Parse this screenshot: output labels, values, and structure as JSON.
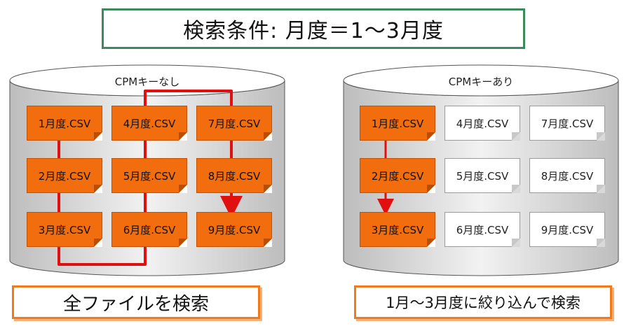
{
  "title": "検索条件:  月度＝1～3月度",
  "left_db": {
    "label": "CPMキーなし",
    "files": [
      {
        "name": "1月度.CSV",
        "state": "highlighted"
      },
      {
        "name": "2月度.CSV",
        "state": "highlighted"
      },
      {
        "name": "3月度.CSV",
        "state": "highlighted"
      },
      {
        "name": "4月度.CSV",
        "state": "highlighted"
      },
      {
        "name": "5月度.CSV",
        "state": "highlighted"
      },
      {
        "name": "6月度.CSV",
        "state": "highlighted"
      },
      {
        "name": "7月度.CSV",
        "state": "highlighted"
      },
      {
        "name": "8月度.CSV",
        "state": "highlighted"
      },
      {
        "name": "9月度.CSV",
        "state": "highlighted"
      }
    ],
    "caption": "全ファイルを検索"
  },
  "right_db": {
    "label": "CPMキーあり",
    "files": [
      {
        "name": "1月度.CSV",
        "state": "highlighted"
      },
      {
        "name": "2月度.CSV",
        "state": "highlighted"
      },
      {
        "name": "3月度.CSV",
        "state": "highlighted"
      },
      {
        "name": "4月度.CSV",
        "state": "plain"
      },
      {
        "name": "5月度.CSV",
        "state": "plain"
      },
      {
        "name": "6月度.CSV",
        "state": "plain"
      },
      {
        "name": "7月度.CSV",
        "state": "plain"
      },
      {
        "name": "8月度.CSV",
        "state": "plain"
      },
      {
        "name": "9月度.CSV",
        "state": "plain"
      }
    ],
    "caption": "1月～3月度に絞り込んで検索"
  },
  "colors": {
    "title_border": "#3a8a5c",
    "file_highlight": "#f26d0d",
    "path_line": "#e01010",
    "caption_border": "#f07a1c"
  }
}
